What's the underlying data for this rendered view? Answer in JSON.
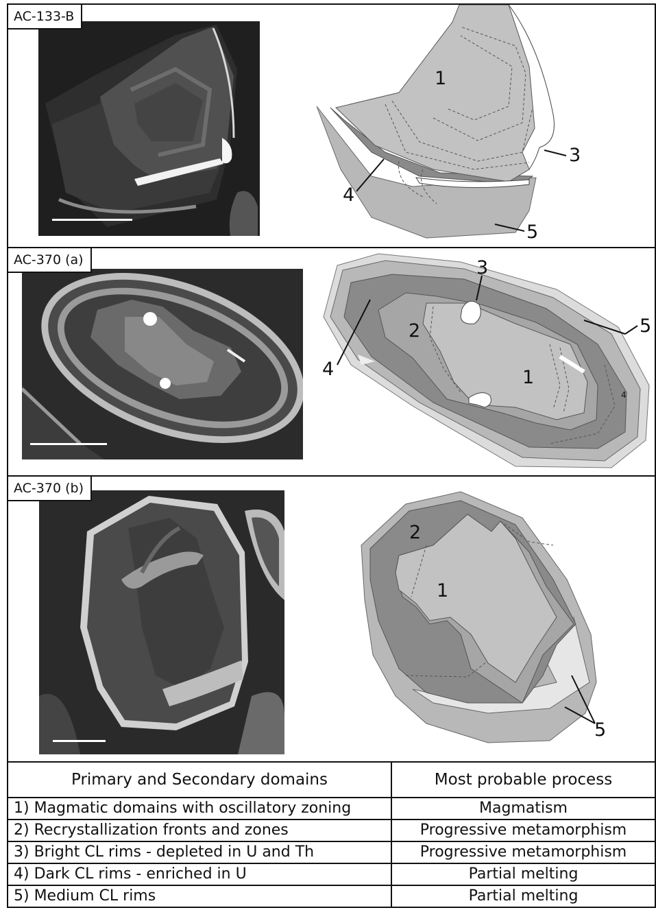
{
  "panels": [
    {
      "sample": "AC-133-B",
      "labels": [
        "1",
        "3",
        "4",
        "5"
      ]
    },
    {
      "sample": "AC-370 (a)",
      "labels": [
        "1",
        "2",
        "3",
        "4",
        "5",
        "4"
      ]
    },
    {
      "sample": "AC-370 (b)",
      "labels": [
        "1",
        "2",
        "5"
      ]
    }
  ],
  "legend": {
    "header": {
      "domains": "Primary and Secondary domains",
      "process": "Most probable process"
    },
    "rows": [
      {
        "domain": "1) Magmatic domains with oscillatory zoning",
        "process": "Magmatism"
      },
      {
        "domain": "2) Recrystallization fronts and zones",
        "process": "Progressive metamorphism"
      },
      {
        "domain": "3) Bright CL rims - depleted in U and Th",
        "process": "Progressive metamorphism"
      },
      {
        "domain": "4) Dark CL rims - enriched in U",
        "process": "Partial melting"
      },
      {
        "domain": "5) Medium CL rims",
        "process": "Partial melting"
      }
    ]
  },
  "colors": {
    "domain_1": "#c2c2c2",
    "domain_2": "#a6a6a6",
    "domain_4": "#8a8a8a",
    "domain_5": "#b8b8b8",
    "bright_rim": "#ffffff",
    "photo_bg": "#262626"
  }
}
